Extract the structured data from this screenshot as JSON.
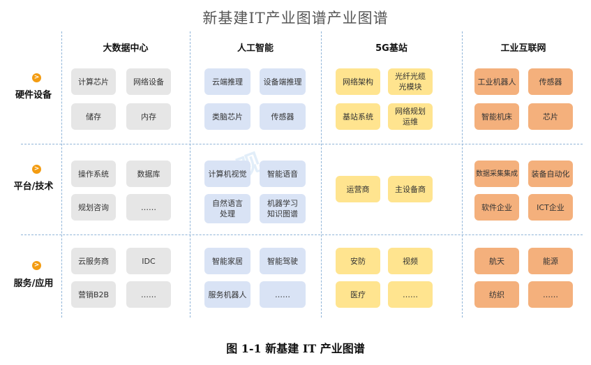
{
  "title": "新基建IT产业图谱产业图谱",
  "caption": "图 1-1 新基建 IT 产业图谱",
  "watermark": "易观",
  "columns": [
    "大数据中心",
    "人工智能",
    "5G基站",
    "工业互联网"
  ],
  "rows": [
    "硬件设备",
    "平台/技术",
    "服务/应用"
  ],
  "icon": "arrow-right-circle-icon",
  "colors": {
    "gray": "#e6e6e6",
    "blue": "#d9e3f5",
    "yellow": "#ffe48f",
    "orange": "#f4b07c",
    "icon": "#f39c12"
  },
  "cells": {
    "bigdata": {
      "hardware": [
        "计算芯片",
        "网络设备",
        "储存",
        "内存"
      ],
      "platform": [
        "操作系统",
        "数据库",
        "规划咨询",
        "……"
      ],
      "service": [
        "云服务商",
        "IDC",
        "营销B2B",
        "……"
      ]
    },
    "ai": {
      "hardware": [
        "云端推理",
        "设备端推理",
        "类脑芯片",
        "传感器"
      ],
      "platform": [
        "计算机视觉",
        "智能语音",
        "自然语言\n处理",
        "机器学习\n知识图谱"
      ],
      "service": [
        "智能家居",
        "智能驾驶",
        "服务机器人",
        "……"
      ]
    },
    "fiveg": {
      "hardware": [
        "网络架构",
        "光纤光缆\n光模块",
        "基站系统",
        "网络规划\n运维"
      ],
      "platform": [
        "运营商",
        "主设备商"
      ],
      "service": [
        "安防",
        "视频",
        "医疗",
        "……"
      ]
    },
    "industrial": {
      "hardware": [
        "工业机器人",
        "传感器",
        "智能机床",
        "芯片"
      ],
      "platform": [
        "数据采集集成",
        "装备自动化",
        "软件企业",
        "ICT企业"
      ],
      "service": [
        "航天",
        "能源",
        "纺织",
        "……"
      ]
    }
  }
}
